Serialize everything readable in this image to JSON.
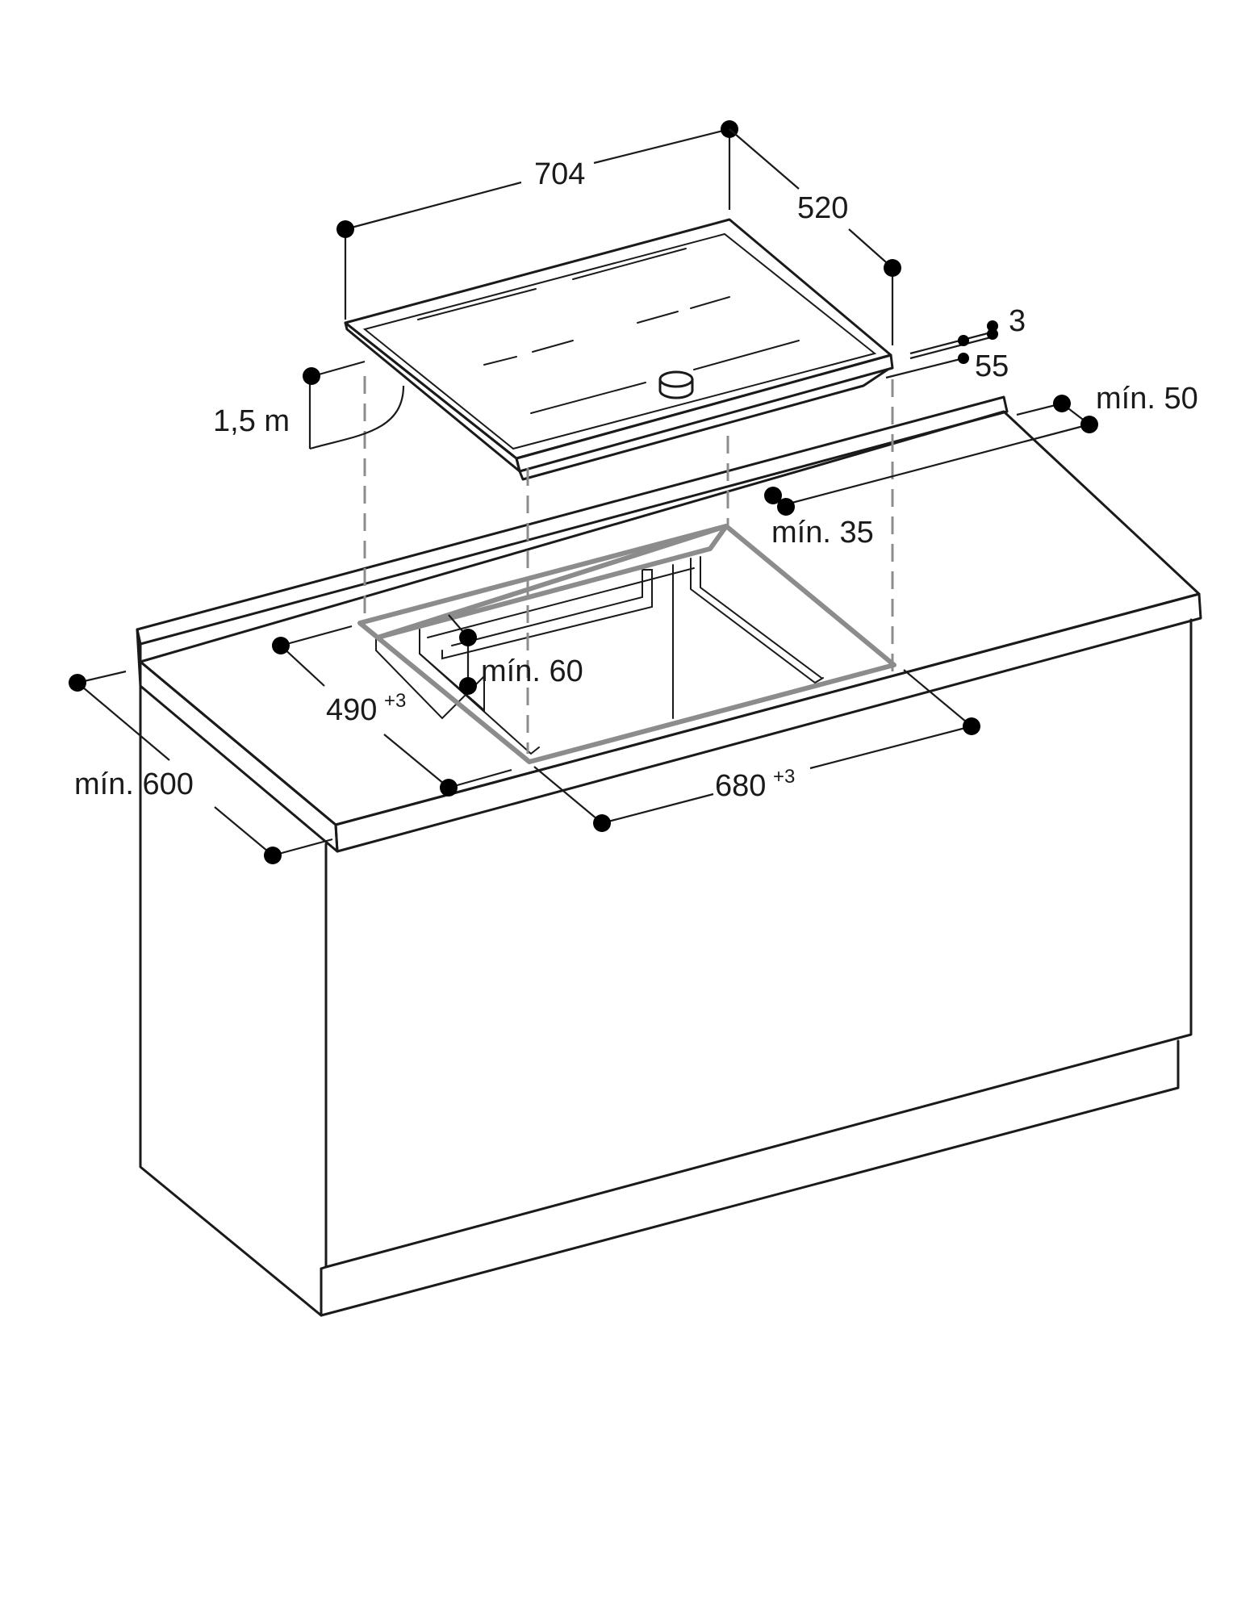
{
  "dimensions": {
    "hob_width": "704",
    "hob_depth": "520",
    "glass_thickness": "3",
    "hob_height": "55",
    "cable_length": "1,5 m",
    "min_rear_gap": "mín. 50",
    "min_front_gap": "mín. 35",
    "min_inner_gap": "mín. 60",
    "cutout_depth": "490",
    "cutout_depth_tolerance": "+3",
    "cutout_width": "680",
    "cutout_width_tolerance": "+3",
    "min_worktop_depth": "mín. 600"
  }
}
